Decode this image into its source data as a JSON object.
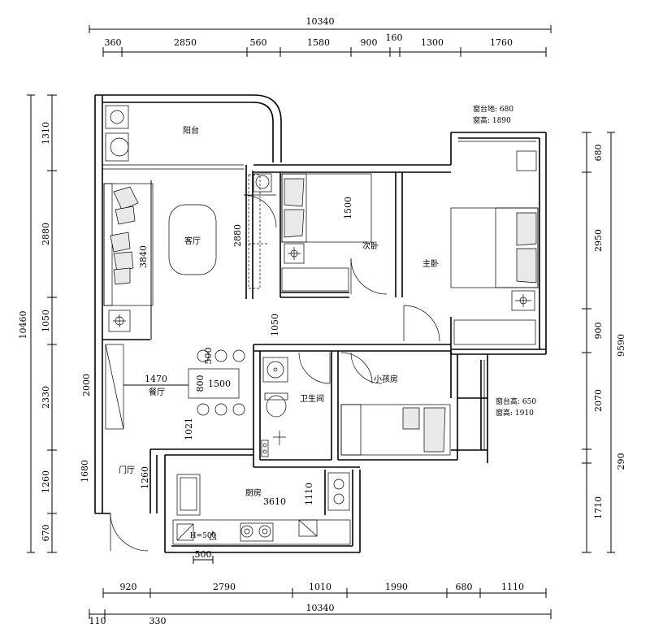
{
  "dims": {
    "top_total": "10340",
    "top_segments": [
      "360",
      "2850",
      "560",
      "1580",
      "900",
      "160",
      "1300",
      "1760"
    ],
    "bottom_total": "10340",
    "bottom_segments": [
      "920",
      "2790",
      "1010",
      "1990",
      "680",
      "1110"
    ],
    "bottom_extra": [
      "110",
      "330"
    ],
    "left_total": "10460",
    "left_segments": [
      "1310",
      "2880",
      "1050",
      "2330",
      "1260",
      "670"
    ],
    "right_total": "9590",
    "right_segments": [
      "680",
      "2950",
      "900",
      "2070",
      "290",
      "1710"
    ]
  },
  "rooms": {
    "balcony": "阳台",
    "living": "客厅",
    "second_bedroom": "次卧",
    "master_bedroom": "主卧",
    "dining": "餐厅",
    "bathroom": "卫生间",
    "study": "小孩房",
    "entrance": "门厅",
    "kitchen": "厨房"
  },
  "inner_dims": {
    "living_depth": "3840",
    "living_width": "2880",
    "bed2_width": "1500",
    "corridor": "1050",
    "dining_len": "1470",
    "table_len": "1500",
    "table_w": "800",
    "chair_gap": "500",
    "dining_w": "2000",
    "dining_h": "1021",
    "entry_h": "1680",
    "entry_w": "1260",
    "kitchen_len": "3610",
    "kitchen_w": "1110",
    "counter": "500",
    "counter_h": "H=500"
  },
  "window_notes": {
    "top_sill": "窗台地: 680",
    "top_height": "窗高: 1890",
    "right_sill": "窗台高: 650",
    "right_height": "窗高: 1910"
  }
}
